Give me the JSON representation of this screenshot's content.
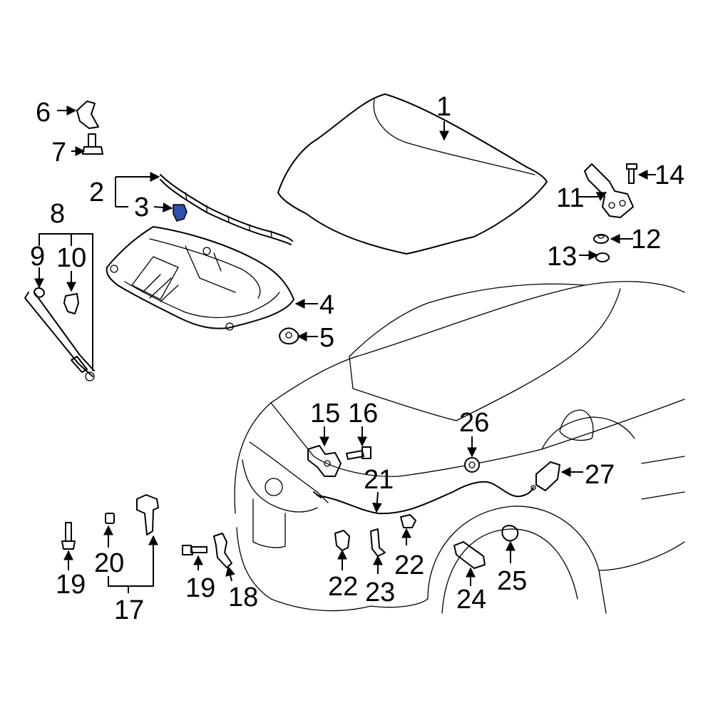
{
  "callouts": [
    "1",
    "2",
    "3",
    "4",
    "5",
    "6",
    "7",
    "8",
    "9",
    "10",
    "11",
    "12",
    "13",
    "14",
    "15",
    "16",
    "17",
    "18",
    "19",
    "19",
    "20",
    "21",
    "22",
    "22",
    "23",
    "24",
    "25",
    "26",
    "27"
  ],
  "colors": {
    "highlight": "#2f4fae",
    "line": "#000000",
    "background": "#ffffff"
  }
}
